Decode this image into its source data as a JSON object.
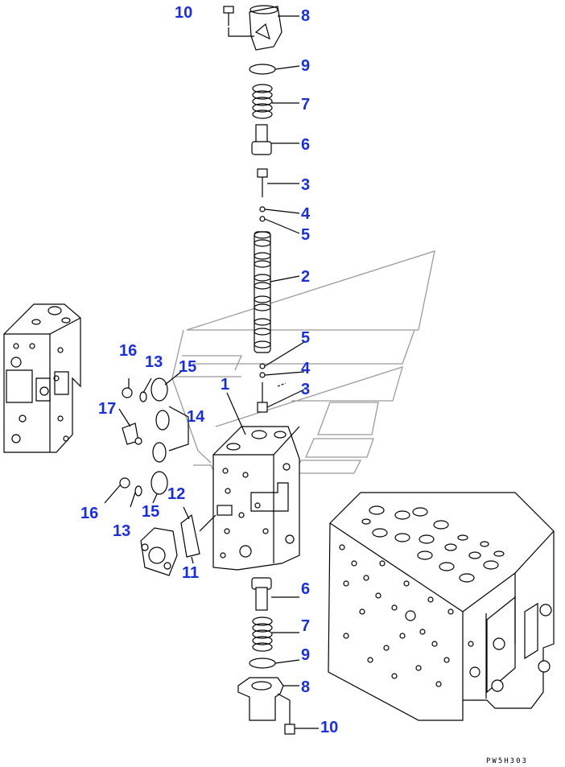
{
  "drawing": {
    "code": "PW5H303",
    "callout_color": "#1b2fd6"
  },
  "callouts": [
    {
      "id": "c10-top",
      "label": "10"
    },
    {
      "id": "c8-top",
      "label": "8"
    },
    {
      "id": "c9-top",
      "label": "9"
    },
    {
      "id": "c7-top",
      "label": "7"
    },
    {
      "id": "c6-top",
      "label": "6"
    },
    {
      "id": "c3-top",
      "label": "3"
    },
    {
      "id": "c4-top",
      "label": "4"
    },
    {
      "id": "c5-top",
      "label": "5"
    },
    {
      "id": "c2",
      "label": "2"
    },
    {
      "id": "c5-mid",
      "label": "5"
    },
    {
      "id": "c4-mid",
      "label": "4"
    },
    {
      "id": "c3-mid",
      "label": "3"
    },
    {
      "id": "c1",
      "label": "1"
    },
    {
      "id": "c16-top",
      "label": "16"
    },
    {
      "id": "c13-top",
      "label": "13"
    },
    {
      "id": "c15-top",
      "label": "15"
    },
    {
      "id": "c17",
      "label": "17"
    },
    {
      "id": "c14",
      "label": "14"
    },
    {
      "id": "c12",
      "label": "12"
    },
    {
      "id": "c16-bot",
      "label": "16"
    },
    {
      "id": "c15-bot",
      "label": "15"
    },
    {
      "id": "c13-bot",
      "label": "13"
    },
    {
      "id": "c11",
      "label": "11"
    },
    {
      "id": "c6-bot",
      "label": "6"
    },
    {
      "id": "c7-bot",
      "label": "7"
    },
    {
      "id": "c9-bot",
      "label": "9"
    },
    {
      "id": "c8-bot",
      "label": "8"
    },
    {
      "id": "c10-bot",
      "label": "10"
    }
  ]
}
